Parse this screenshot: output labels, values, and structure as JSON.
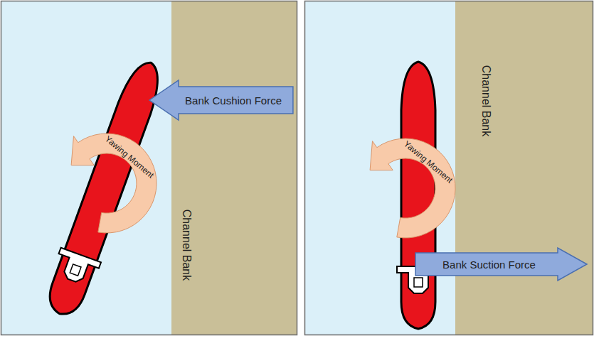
{
  "diagram": {
    "nodes": [
      {
        "text": [
          "Bank Cushion Force"
        ]
      },
      {
        "text": [
          "Yawing Moment"
        ]
      },
      {
        "text": [
          "Channel Bank"
        ]
      },
      {
        "text": [
          "Channel Bank"
        ]
      },
      {
        "text": [
          "Yawing Moment"
        ]
      },
      {
        "text": [
          "Bank Suction Force"
        ]
      }
    ]
  }
}
